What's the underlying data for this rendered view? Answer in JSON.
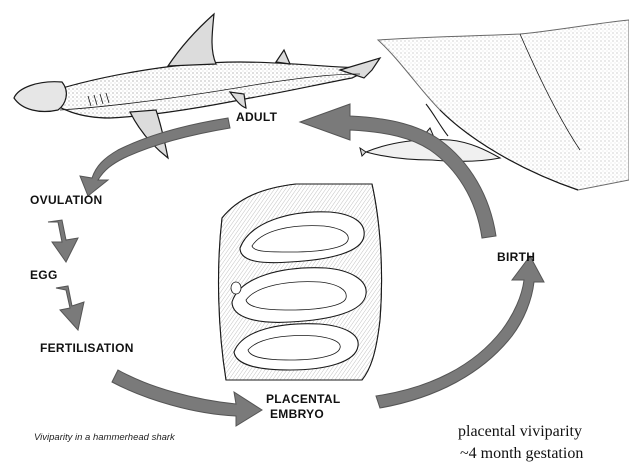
{
  "stages": {
    "adult": "ADULT",
    "ovulation": "OVULATION",
    "egg": "EGG",
    "fertilisation": "FERTILISATION",
    "placental_embryo_line1": "PLACENTAL",
    "placental_embryo_line2": "EMBRYO",
    "birth": "BIRTH"
  },
  "caption": "Viviparity in a hammerhead shark",
  "notes": {
    "line1": "placental viviparity",
    "line2": "~4 month gestation"
  },
  "colors": {
    "arrow": "#7a7a7a",
    "arrow_edge": "#555555",
    "ink": "#1a1a1a",
    "background": "#ffffff"
  },
  "illustrations": [
    "hammerhead-shark-adult",
    "newborn-pup-birth",
    "uterine-placental-embryo-section"
  ]
}
